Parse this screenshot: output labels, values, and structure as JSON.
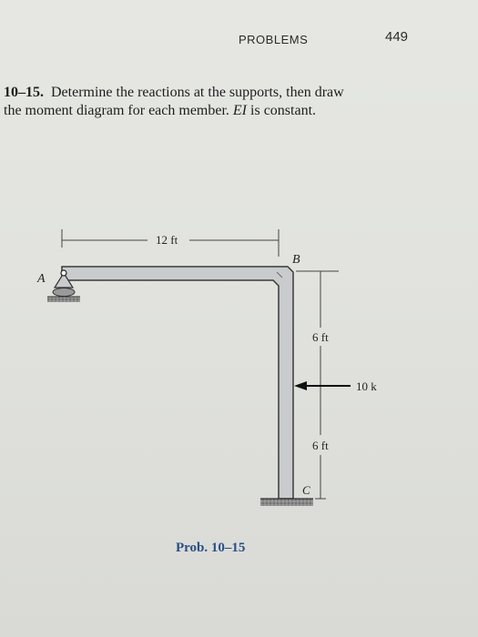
{
  "header": {
    "section_title": "PROBLEMS",
    "page_number": "449"
  },
  "problem": {
    "number": "10–15.",
    "line1": "Determine the reactions at the supports, then draw",
    "line2_start": "the moment diagram for each member. ",
    "line2_italic": "EI",
    "line2_end": " is constant."
  },
  "figure": {
    "dim_top": "12 ft",
    "dim_upper": "6 ft",
    "dim_lower": "6 ft",
    "load": "10 k",
    "label_a": "A",
    "label_b": "B",
    "label_c": "C"
  },
  "caption": "Prob. 10–15",
  "colors": {
    "member_fill": "#c9cbcd",
    "member_stroke": "#3a3a3a",
    "caption": "#2a4f86"
  }
}
